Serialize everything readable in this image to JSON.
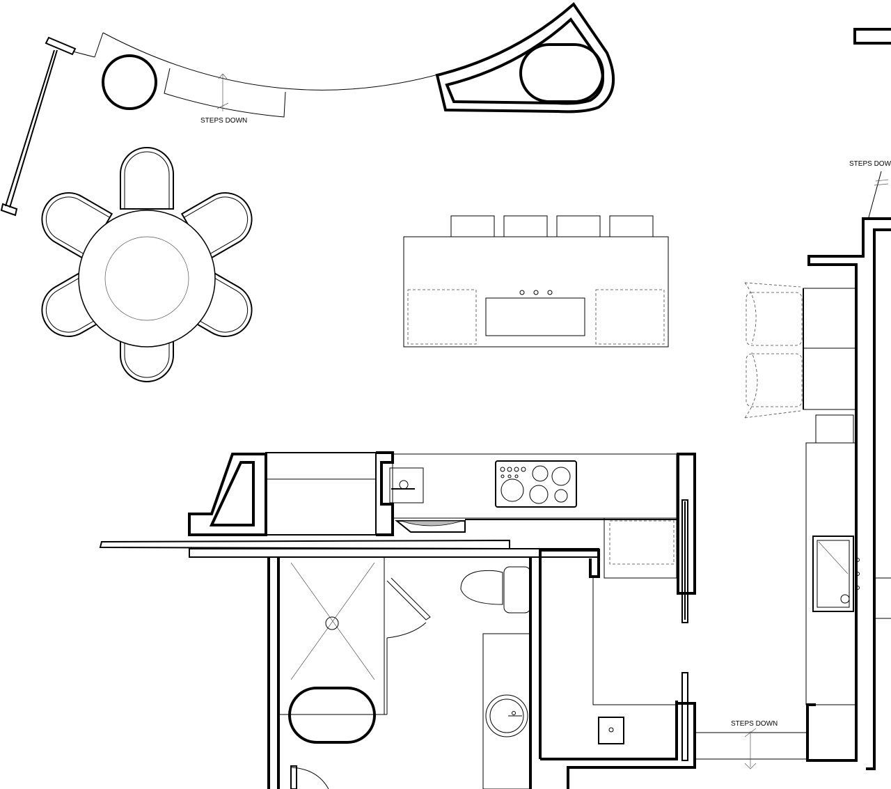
{
  "labels": {
    "steps_down_top": "STEPS DOWN",
    "steps_down_right": "STEPS DOWN",
    "steps_down_bottom": "STEPS DOWN"
  }
}
